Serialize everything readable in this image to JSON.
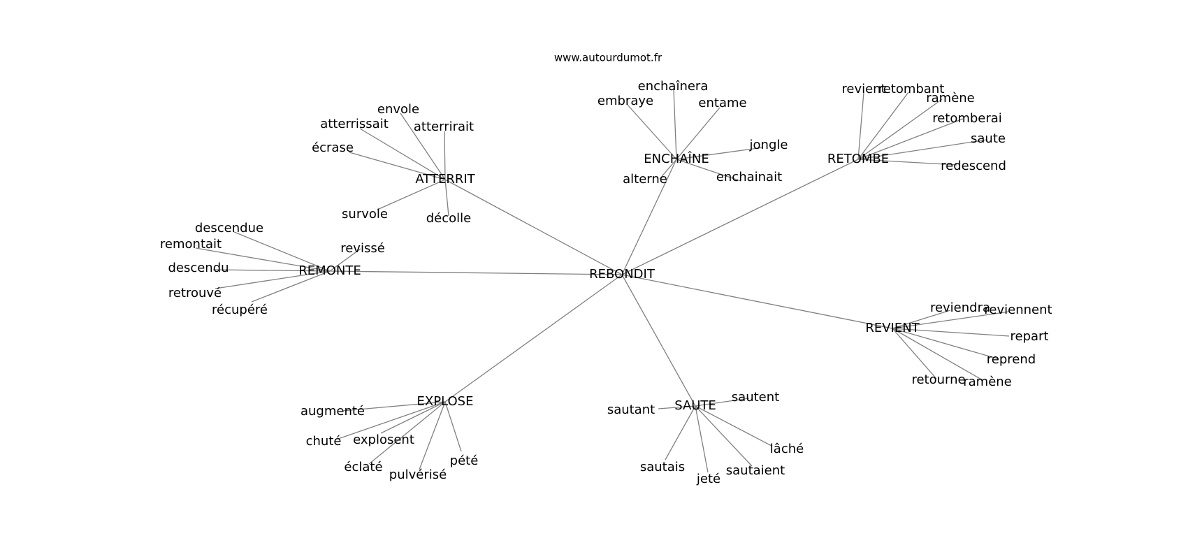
{
  "site": "www.autourdumot.fr",
  "colors": {
    "edge": "#808080",
    "text": "#000000",
    "background": "#ffffff"
  },
  "graph": {
    "root": {
      "id": "rebondit",
      "label": "REBONDIT"
    },
    "hubs": [
      {
        "id": "atterrit",
        "label": "ATTERRIT",
        "leaves": [
          {
            "id": "envole",
            "label": "envole"
          },
          {
            "id": "atterrissait",
            "label": "atterrissait"
          },
          {
            "id": "atterrirait",
            "label": "atterrirait"
          },
          {
            "id": "ecrase",
            "label": "écrase"
          },
          {
            "id": "survole",
            "label": "survole"
          },
          {
            "id": "decolle",
            "label": "décolle"
          }
        ]
      },
      {
        "id": "enchaine",
        "label": "ENCHAÎNE",
        "leaves": [
          {
            "id": "enchainera",
            "label": "enchaînera"
          },
          {
            "id": "embraye",
            "label": "embraye"
          },
          {
            "id": "entame",
            "label": "entame"
          },
          {
            "id": "jongle",
            "label": "jongle"
          },
          {
            "id": "alterne",
            "label": "alterne"
          },
          {
            "id": "enchainait",
            "label": "enchainait"
          }
        ]
      },
      {
        "id": "retombe",
        "label": "RETOMBE",
        "leaves": [
          {
            "id": "revient-r",
            "label": "revient"
          },
          {
            "id": "retombant",
            "label": "retombant"
          },
          {
            "id": "ramene-r",
            "label": "ramène"
          },
          {
            "id": "retomberai",
            "label": "retomberai"
          },
          {
            "id": "saute-r",
            "label": "saute"
          },
          {
            "id": "redescend",
            "label": "redescend"
          }
        ]
      },
      {
        "id": "remonte",
        "label": "REMONTE",
        "leaves": [
          {
            "id": "descendue",
            "label": "descendue"
          },
          {
            "id": "remontait",
            "label": "remontait"
          },
          {
            "id": "revisse",
            "label": "revissé"
          },
          {
            "id": "descendu",
            "label": "descendu"
          },
          {
            "id": "retrouve",
            "label": "retrouvé"
          },
          {
            "id": "recupere",
            "label": "récupéré"
          }
        ]
      },
      {
        "id": "revient",
        "label": "REVIENT",
        "leaves": [
          {
            "id": "reviendra",
            "label": "reviendra"
          },
          {
            "id": "reviennent",
            "label": "reviennent"
          },
          {
            "id": "repart",
            "label": "repart"
          },
          {
            "id": "reprend",
            "label": "reprend"
          },
          {
            "id": "retourne",
            "label": "retourne"
          },
          {
            "id": "ramene-v",
            "label": "ramène"
          }
        ]
      },
      {
        "id": "explose",
        "label": "EXPLOSE",
        "leaves": [
          {
            "id": "augmente",
            "label": "augmenté"
          },
          {
            "id": "chute",
            "label": "chuté"
          },
          {
            "id": "explosent",
            "label": "explosent"
          },
          {
            "id": "eclate",
            "label": "éclaté"
          },
          {
            "id": "pulverise",
            "label": "pulvérisé"
          },
          {
            "id": "pete",
            "label": "pété"
          }
        ]
      },
      {
        "id": "saute",
        "label": "SAUTE",
        "leaves": [
          {
            "id": "sautent",
            "label": "sautent"
          },
          {
            "id": "sautant",
            "label": "sautant"
          },
          {
            "id": "lache",
            "label": "lâché"
          },
          {
            "id": "sautais",
            "label": "sautais"
          },
          {
            "id": "sautaient",
            "label": "sautaient"
          },
          {
            "id": "jete",
            "label": "jeté"
          }
        ]
      }
    ]
  }
}
